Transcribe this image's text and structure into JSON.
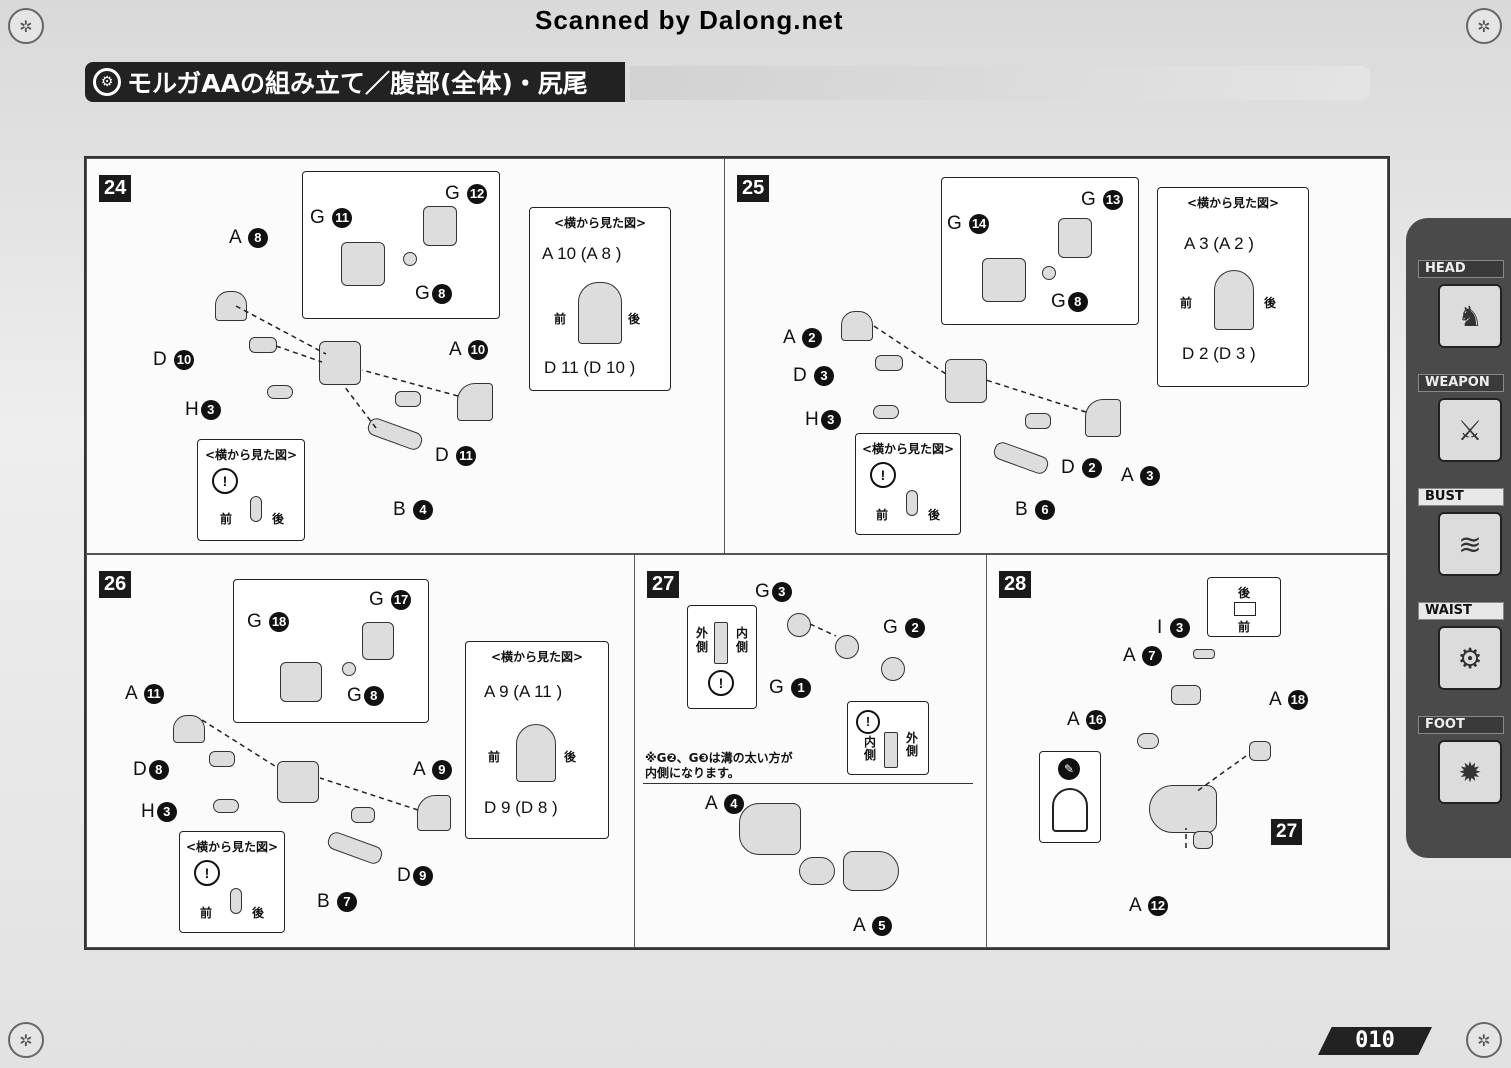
{
  "header": {
    "scan_credit": "Scanned by Dalong.net",
    "title": "モルガAAの組み立て／腹部(全体)・尻尾"
  },
  "common": {
    "side_view": "<横から見た図>",
    "front": "前",
    "back": "後",
    "outer": "外側",
    "inner": "内側",
    "caution": "!"
  },
  "steps": [
    {
      "number": "24",
      "labels": [
        {
          "t": "A",
          "n": "8"
        },
        {
          "t": "G",
          "n": "11"
        },
        {
          "t": "G",
          "n": "12"
        },
        {
          "t": "G",
          "n": "8"
        },
        {
          "t": "D",
          "n": "10"
        },
        {
          "t": "H",
          "n": "3"
        },
        {
          "t": "A",
          "n": "10"
        },
        {
          "t": "D",
          "n": "11"
        },
        {
          "t": "B",
          "n": "4"
        }
      ],
      "side": {
        "top": "A 10 (A 8 )",
        "bottom": "D 11 (D 10 )"
      }
    },
    {
      "number": "25",
      "labels": [
        {
          "t": "G",
          "n": "14"
        },
        {
          "t": "G",
          "n": "13"
        },
        {
          "t": "G",
          "n": "8"
        },
        {
          "t": "A",
          "n": "2"
        },
        {
          "t": "D",
          "n": "3"
        },
        {
          "t": "H",
          "n": "3"
        },
        {
          "t": "D",
          "n": "2"
        },
        {
          "t": "A",
          "n": "3"
        },
        {
          "t": "B",
          "n": "6"
        }
      ],
      "side": {
        "top": "A 3 (A 2 )",
        "bottom": "D 2 (D 3 )"
      }
    },
    {
      "number": "26",
      "labels": [
        {
          "t": "G",
          "n": "18"
        },
        {
          "t": "G",
          "n": "17"
        },
        {
          "t": "G",
          "n": "8"
        },
        {
          "t": "A",
          "n": "11"
        },
        {
          "t": "D",
          "n": "8"
        },
        {
          "t": "H",
          "n": "3"
        },
        {
          "t": "A",
          "n": "9"
        },
        {
          "t": "D",
          "n": "9"
        },
        {
          "t": "B",
          "n": "7"
        }
      ],
      "side": {
        "top": "A 9 (A 11 )",
        "bottom": "D 9 (D 8 )"
      }
    },
    {
      "number": "27",
      "labels": [
        {
          "t": "G",
          "n": "3"
        },
        {
          "t": "G",
          "n": "2"
        },
        {
          "t": "G",
          "n": "1"
        },
        {
          "t": "A",
          "n": "4"
        },
        {
          "t": "A",
          "n": "5"
        }
      ],
      "note": "※G❷、G❸は溝の太い方が\n内側になります。"
    },
    {
      "number": "28",
      "labels": [
        {
          "t": "I",
          "n": "3"
        },
        {
          "t": "A",
          "n": "7"
        },
        {
          "t": "A",
          "n": "16"
        },
        {
          "t": "A",
          "n": "18"
        },
        {
          "t": "A",
          "n": "12"
        }
      ],
      "ref": "27"
    }
  ],
  "nav": [
    {
      "label": "HEAD",
      "icon": "dragon-head-icon",
      "active": false
    },
    {
      "label": "WEAPON",
      "icon": "weapon-icon",
      "active": false
    },
    {
      "label": "BUST",
      "icon": "bust-icon",
      "active": true
    },
    {
      "label": "WAIST",
      "icon": "waist-icon",
      "active": true
    },
    {
      "label": "FOOT",
      "icon": "foot-gear-icon",
      "active": false
    }
  ],
  "page_number": "010"
}
